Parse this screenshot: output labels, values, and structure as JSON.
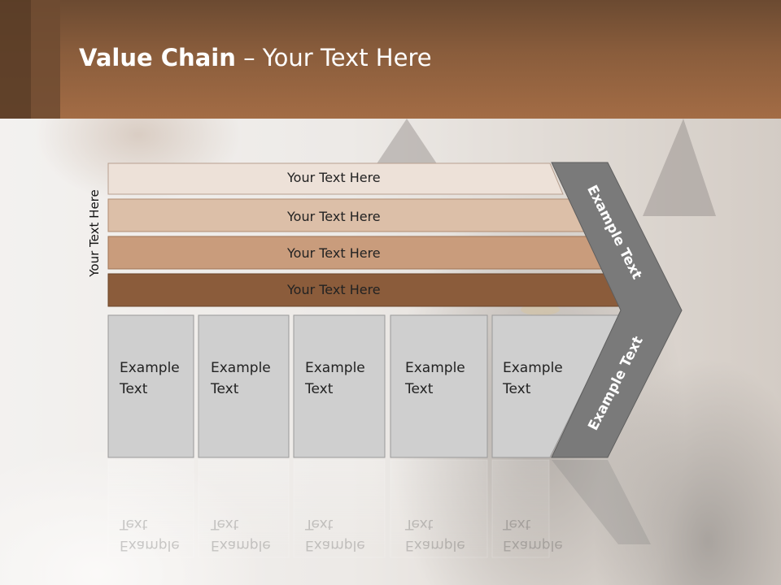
{
  "slide": {
    "title_bold": "Value Chain",
    "title_rest": " – Your Text Here",
    "side_label": "Your Text Here",
    "bars": [
      {
        "label": "Your Text Here",
        "color": "#ede1d8"
      },
      {
        "label": "Your Text Here",
        "color": "#dcbfa8"
      },
      {
        "label": "Your Text Here",
        "color": "#c99c7c"
      },
      {
        "label": "Your Text Here",
        "color": "#8b5c3b"
      }
    ],
    "boxes": [
      {
        "line1": "Example",
        "line2": "Text"
      },
      {
        "line1": "Example",
        "line2": "Text"
      },
      {
        "line1": "Example",
        "line2": "Text"
      },
      {
        "line1": "Example",
        "line2": "Text"
      },
      {
        "line1": "Example",
        "line2": "Text"
      }
    ],
    "chevron_top": "Example Text",
    "chevron_bottom": "Example Text",
    "colors": {
      "header": "#8a5d3c",
      "box_fill": "#cfcfcf",
      "chevron_fill": "#7a7a7a"
    }
  }
}
